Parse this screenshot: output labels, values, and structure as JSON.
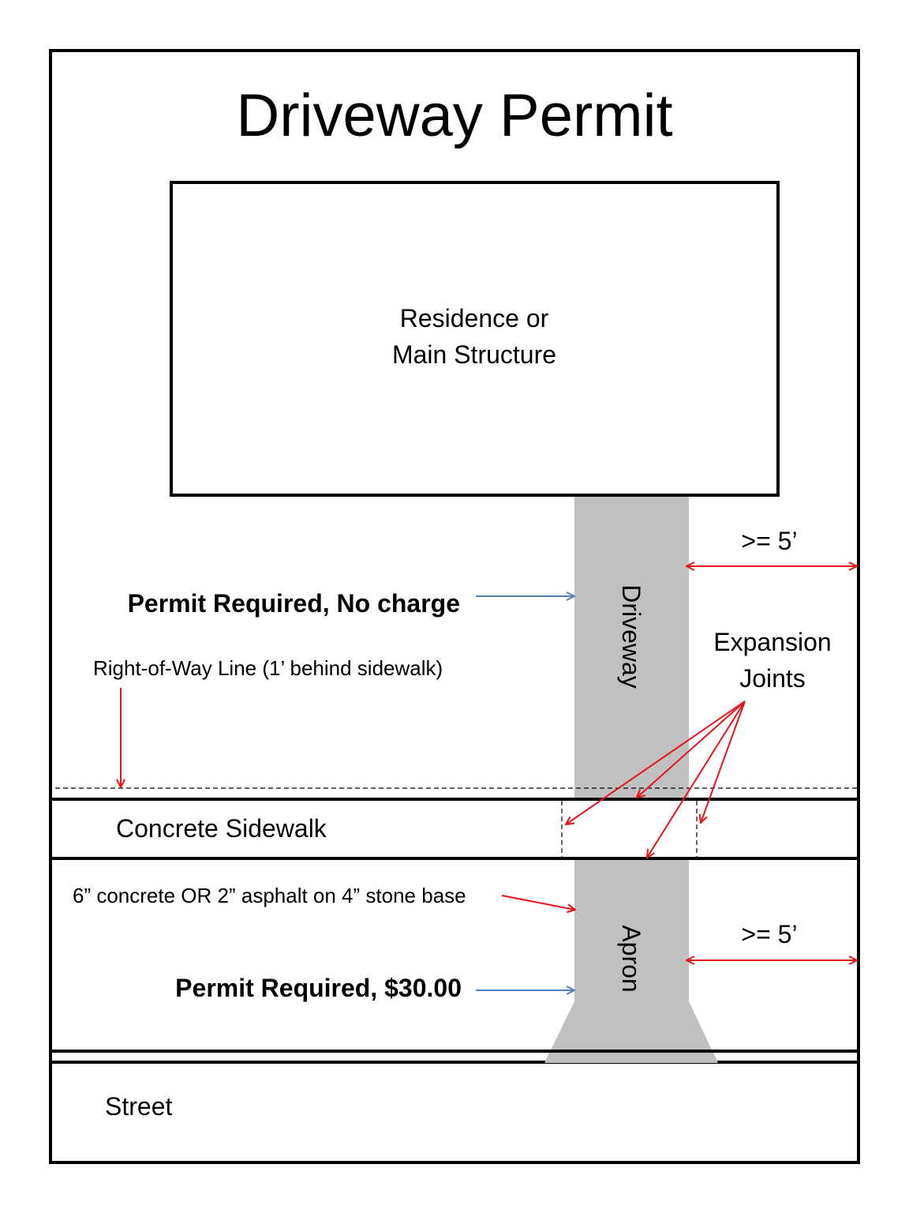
{
  "title": "Driveway Permit",
  "residence": {
    "line1": "Residence or",
    "line2": "Main Structure"
  },
  "labels": {
    "driveway": "Driveway",
    "apron": "Apron",
    "sidewalk": "Concrete Sidewalk",
    "street": "Street",
    "right_of_way": "Right-of-Way Line (1’ behind sidewalk)",
    "driveway_permit": "Permit Required, No charge",
    "apron_permit": "Permit Required, $30.00",
    "apron_material": "6” concrete OR  2” asphalt on 4” stone base",
    "expansion_line1": "Expansion",
    "expansion_line2": "Joints",
    "setback_upper": ">= 5’",
    "setback_lower": ">= 5’"
  },
  "colors": {
    "driveway_fill": "#c0c0c0",
    "red_arrow": "#e8121a",
    "blue_arrow": "#4f81bd",
    "line": "#000000"
  }
}
